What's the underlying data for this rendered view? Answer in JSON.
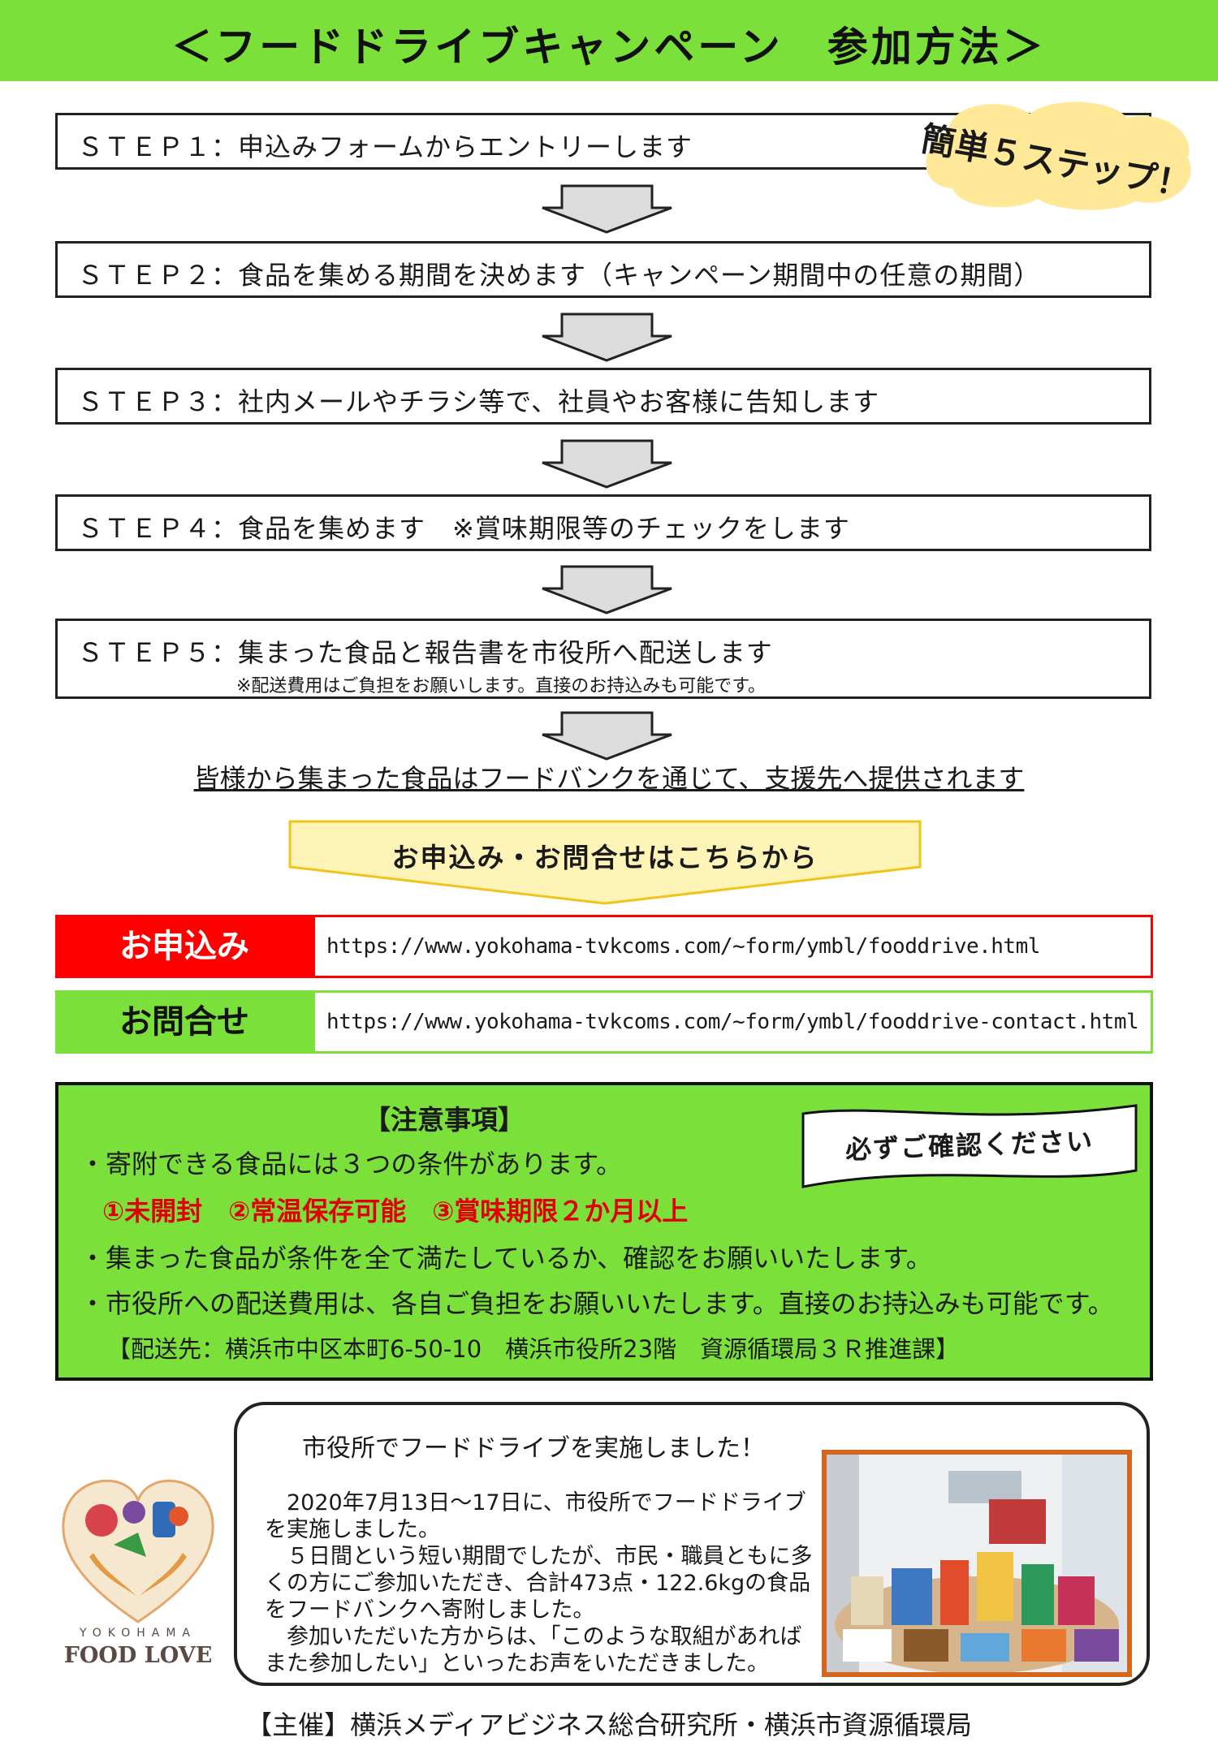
{
  "title": "＜フードドライブキャンペーン　参加方法＞",
  "badge": "簡単５ステップ！",
  "steps": [
    {
      "text": "ＳＴＥＰ１：申込みフォームからエントリーします",
      "note": ""
    },
    {
      "text": "ＳＴＥＰ２：食品を集める期間を決めます（キャンペーン期間中の任意の期間）",
      "note": ""
    },
    {
      "text": "ＳＴＥＰ３：社内メールやチラシ等で、社員やお客様に告知します",
      "note": ""
    },
    {
      "text": "ＳＴＥＰ４：食品を集めます　※賞味期限等のチェックをします",
      "note": ""
    },
    {
      "text": "ＳＴＥＰ５：集まった食品と報告書を市役所へ配送します",
      "note": "※配送費用はご負担をお願いします。直接のお持込みも可能です。"
    }
  ],
  "result": "皆様から集まった食品はフードバンクを通じて、支援先へ提供されます",
  "cta": "お申込み・お問合せはこちらから",
  "links": {
    "apply": {
      "label": "お申込み",
      "url": "https://www.yokohama-tvkcoms.com/~form/ymbl/fooddrive.html",
      "color": "#ff0000"
    },
    "contact": {
      "label": "お問合せ",
      "url": "https://www.yokohama-tvkcoms.com/~form/ymbl/fooddrive-contact.html",
      "color": "#7be13a"
    }
  },
  "notes": {
    "heading": "【注意事項】",
    "banner": "必ずご確認ください",
    "line1": "・寄附できる食品には３つの条件があります。",
    "conditions": "①未開封　②常温保存可能　③賞味期限２か月以上",
    "line2": "・集まった食品が条件を全て満たしているか、確認をお願いいたします。",
    "line3": "・市役所への配送費用は、各自ご負担をお願いいたします。直接のお持込みも可能です。",
    "address": "【配送先：横浜市中区本町6-50-10　横浜市役所23階　資源循環局３Ｒ推進課】"
  },
  "report": {
    "title": "市役所でフードドライブを実施しました！",
    "paragraphs": [
      "　2020年7月13日～17日に、市役所でフードドライブを実施しました。",
      "　５日間という短い期間でしたが、市民・職員ともに多くの方にご参加いただき、合計473点・122.6kgの食品をフードバンクへ寄附しました。",
      "　参加いただいた方からは、「このような取組があればまた参加したい」といったお声をいただきました。"
    ]
  },
  "logo": {
    "top": "YOKOHAMA",
    "bottom": "FOOD LOVE"
  },
  "footer": "【主催】横浜メディアビジネス総合研究所・横浜市資源循環局",
  "colors": {
    "green": "#7be13a",
    "red": "#ff0000",
    "cta_yellow": "#fff4b8",
    "badge_yellow": "#ffe999",
    "photo_frame": "#d2671d"
  }
}
